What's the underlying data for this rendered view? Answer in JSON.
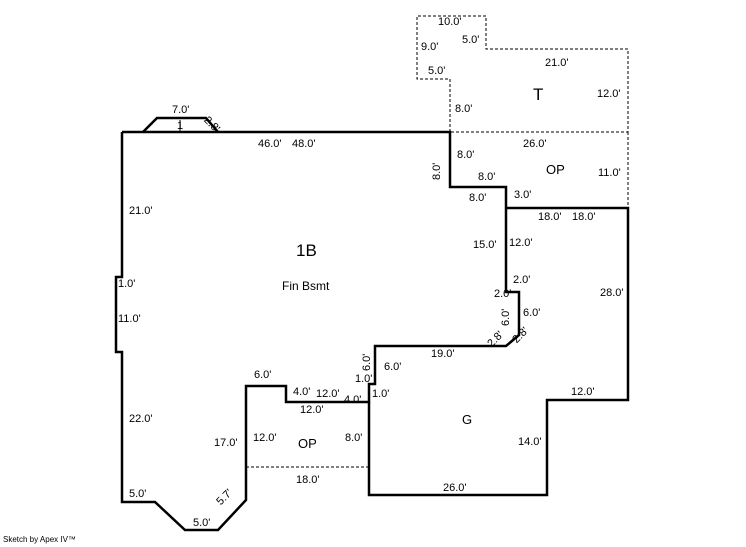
{
  "areas": {
    "main": "1B",
    "main_sub": "Fin Bsmt",
    "garage": "G",
    "porch_top": "OP",
    "porch_bottom": "OP",
    "terrace": "T",
    "bay": "1"
  },
  "dimensions": [
    "7.0'",
    "2.8'",
    "46.0'",
    "48.0'",
    "21.0'",
    "1.0'",
    "11.0'",
    "22.0'",
    "5.0'",
    "5.0'",
    "5.7'",
    "17.0'",
    "6.0'",
    "4.0'",
    "12.0'",
    "12.0'",
    "4.0'",
    "12.0'",
    "8.0'",
    "18.0'",
    "1.0'",
    "1.0'",
    "6.0'",
    "6.0'",
    "19.0'",
    "2.8'",
    "2.8'",
    "6.0'",
    "6.0'",
    "2.0'",
    "2.0'",
    "12.0'",
    "15.0'",
    "8.0'",
    "8.0'",
    "8.0'",
    "8.0'",
    "3.0'",
    "18.0'",
    "18.0'",
    "28.0'",
    "12.0'",
    "14.0'",
    "26.0'",
    "26.0'",
    "11.0'",
    "10.0'",
    "5.0'",
    "9.0'",
    "5.0'",
    "21.0'",
    "12.0'",
    "8.0'"
  ],
  "footer": "Sketch by Apex IV™"
}
